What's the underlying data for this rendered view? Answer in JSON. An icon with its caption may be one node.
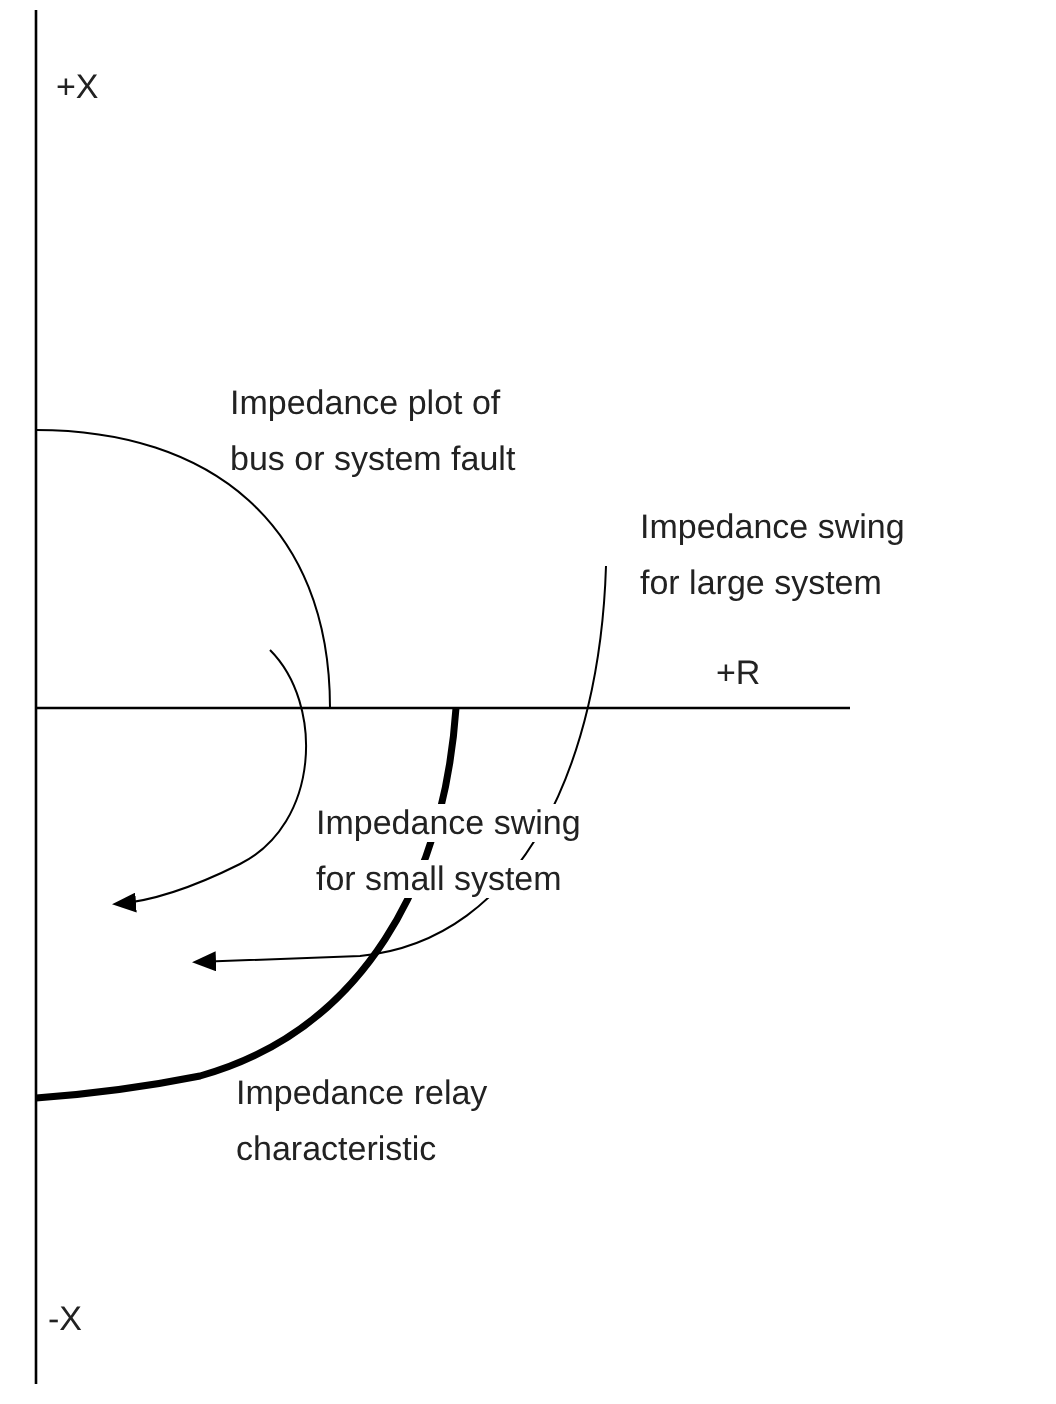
{
  "diagram": {
    "labels": [
      "+X",
      "Impedance plot of bus or system fault",
      "Impedance swing for large system",
      "+R",
      "Impedance swing for small system",
      "Impedance relay characteristic",
      "-X"
    ]
  }
}
